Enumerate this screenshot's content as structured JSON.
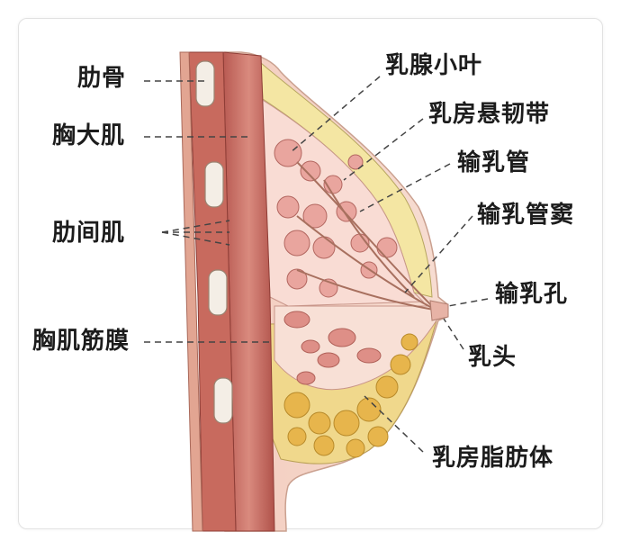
{
  "diagram": {
    "labels": {
      "rib": "肋骨",
      "pectoralis_major": "胸大肌",
      "intercostal_muscle": "肋间肌",
      "pectoral_fascia": "胸肌筋膜",
      "mammary_lobule": "乳腺小叶",
      "suspensory_ligament": "乳房悬韧带",
      "lactiferous_duct": "输乳管",
      "lactiferous_sinus": "输乳管窦",
      "nipple_pore": "输乳孔",
      "nipple": "乳头",
      "breast_fat": "乳房脂肪体"
    }
  }
}
